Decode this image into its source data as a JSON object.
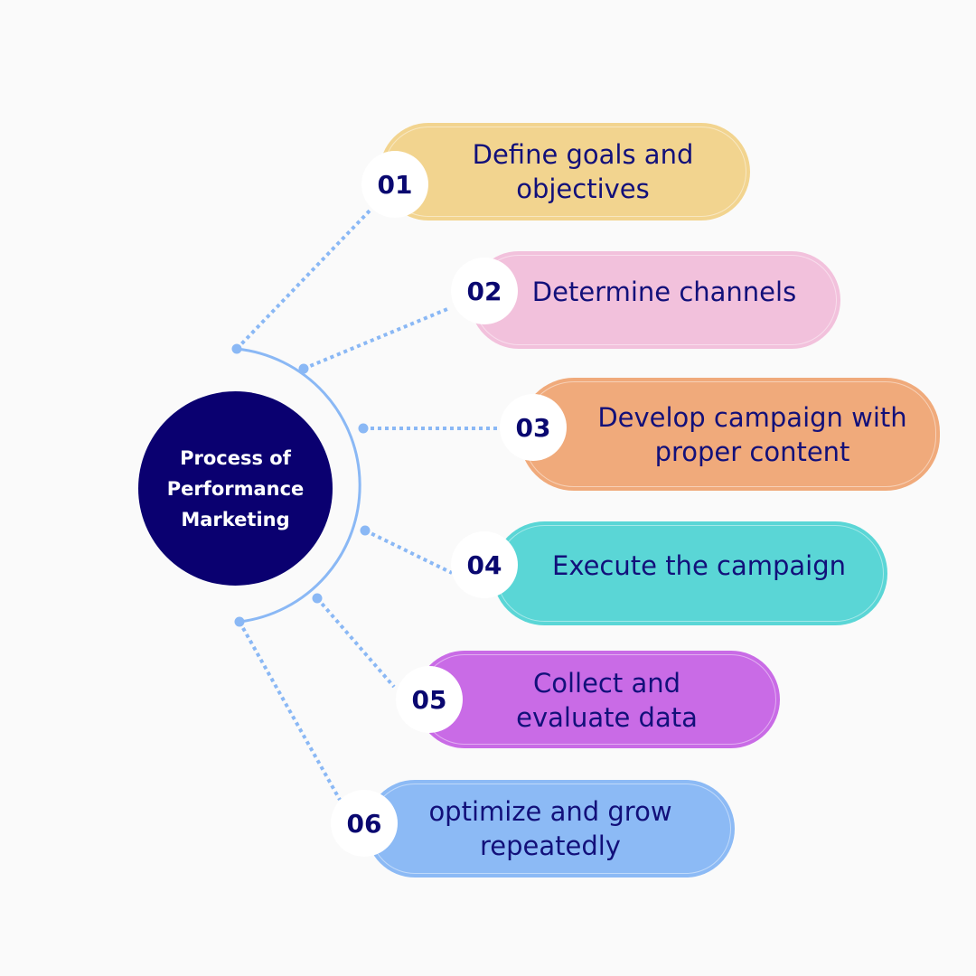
{
  "center": {
    "title": "Process of\nPerformance\nMarketing",
    "color": "#0a0070"
  },
  "connector_color": "#8ab8f5",
  "text_color": "#12107a",
  "steps": [
    {
      "number": "01",
      "label": "Define goals and\nobjectives",
      "color": "#f2d48f"
    },
    {
      "number": "02",
      "label": "Determine channels",
      "color": "#f2c1dc"
    },
    {
      "number": "03",
      "label": "Develop campaign with\nproper content",
      "color": "#f0aa7b"
    },
    {
      "number": "04",
      "label": "Execute the campaign",
      "color": "#5ad6d6"
    },
    {
      "number": "05",
      "label": "Collect and\nevaluate data",
      "color": "#c96be6"
    },
    {
      "number": "06",
      "label": "optimize and grow\nrepeatedly",
      "color": "#8cbaf5"
    }
  ]
}
